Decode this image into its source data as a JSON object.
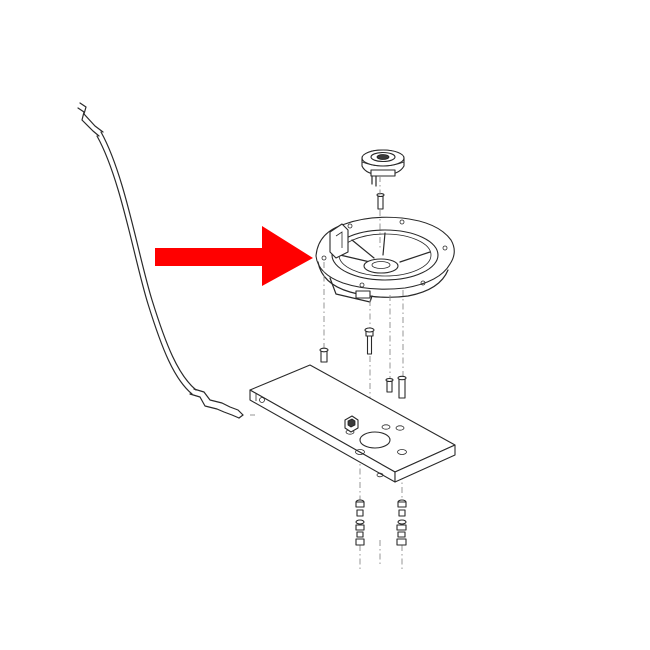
{
  "diagram": {
    "type": "exploded-parts-view",
    "highlight_color": "#ff0000",
    "line_color": "#2a2a2a",
    "parts": [
      "control-cable",
      "pulley",
      "mounting-ring",
      "deck-plate",
      "bolts"
    ]
  }
}
